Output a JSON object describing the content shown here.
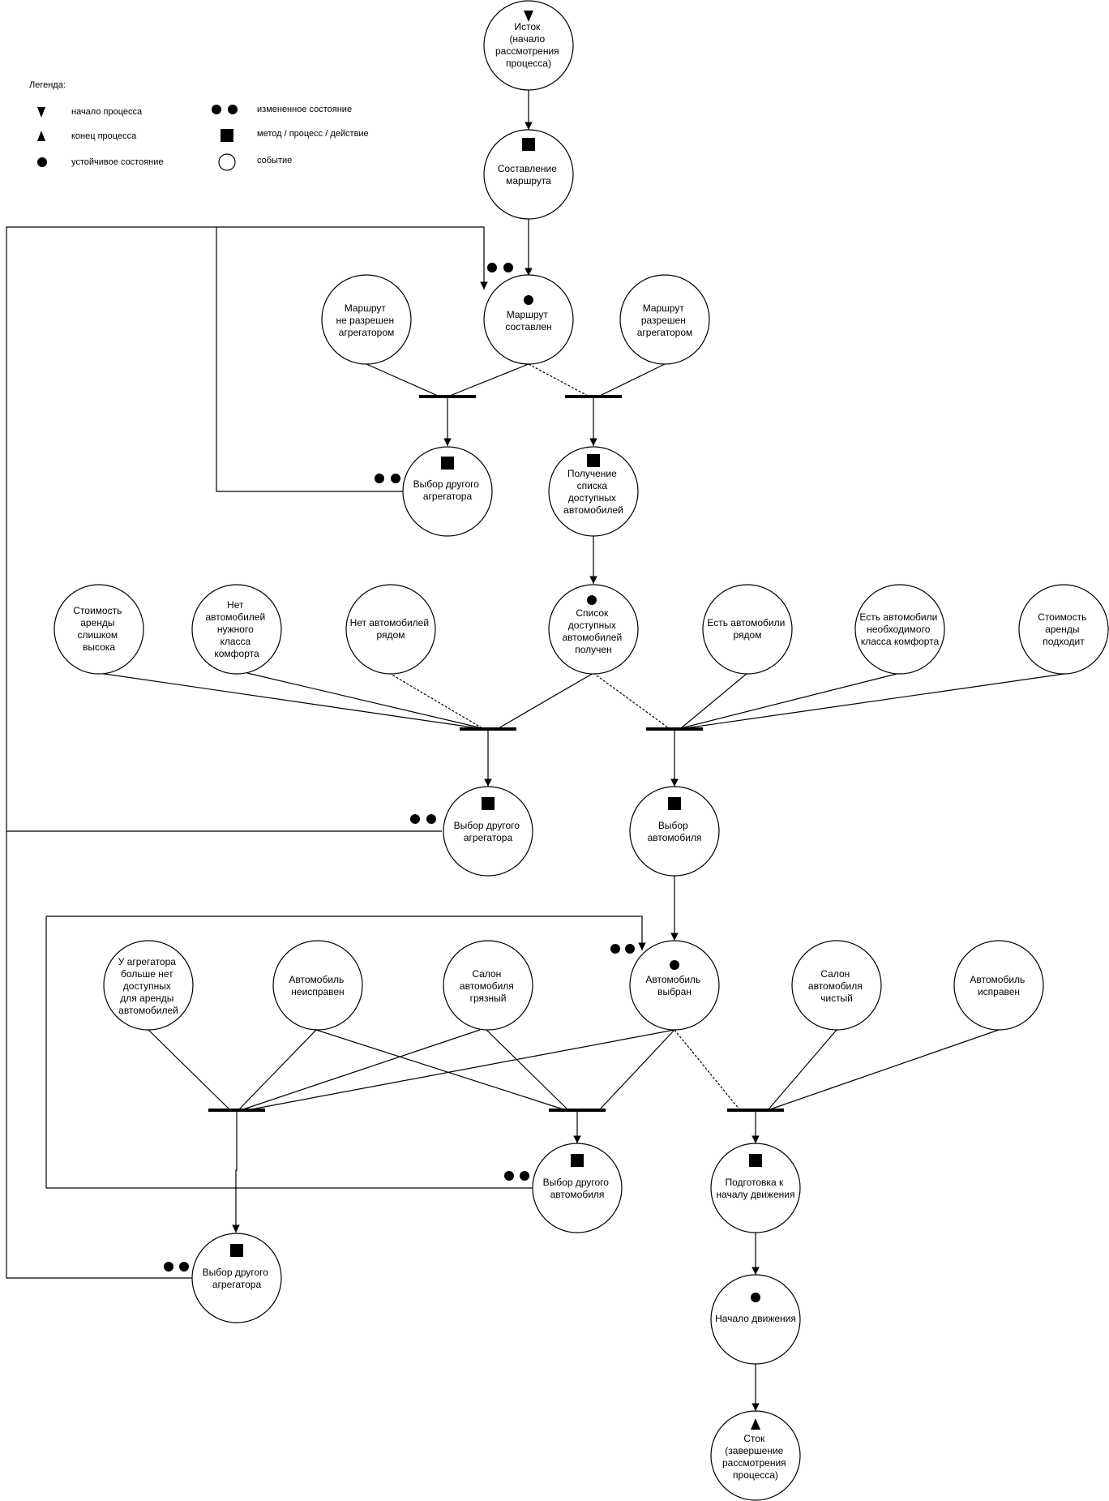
{
  "legend": {
    "title": "Легенда:",
    "start": "начало процесса",
    "end": "конец процесса",
    "stable": "устойчивое состояние",
    "changed": "измененное состояние",
    "method": "метод / процесс / действие",
    "event": "событие"
  },
  "nodes": {
    "source": [
      "Исток",
      "(начало",
      "рассмотрения",
      "процесса)"
    ],
    "route_build": [
      "Составление",
      "маршрута"
    ],
    "route_forbidden": [
      "Маршрут",
      "не разрешен",
      "агрегатором"
    ],
    "route_built": [
      "Маршрут",
      "составлен"
    ],
    "route_allowed": [
      "Маршрут",
      "разрешен",
      "агрегатором"
    ],
    "choose_agg_1": [
      "Выбор другого",
      "агрегатора"
    ],
    "get_list": [
      "Получение",
      "списка",
      "доступных",
      "автомобилей"
    ],
    "cost_high": [
      "Стоимость",
      "аренды",
      "слишком",
      "высока"
    ],
    "no_class": [
      "Нет",
      "автомобилей",
      "нужного",
      "класса",
      "комфорта"
    ],
    "no_near": [
      "Нет автомобилей",
      "рядом"
    ],
    "list_received": [
      "Список",
      "доступных",
      "автомобилей",
      "получен"
    ],
    "near": [
      "Есть автомобили",
      "рядом"
    ],
    "has_class": [
      "Есть автомобили",
      "необходимого",
      "класса комфорта"
    ],
    "cost_ok": [
      "Стоимость",
      "аренды",
      "подходит"
    ],
    "choose_agg_2": [
      "Выбор другого",
      "агрегатора"
    ],
    "choose_car": [
      "Выбор",
      "автомобиля"
    ],
    "agg_no_cars": [
      "У агрегатора",
      "больше нет",
      "доступных",
      "для аренды",
      "автомобилей"
    ],
    "car_broken": [
      "Автомобиль",
      "неисправен"
    ],
    "salon_dirty": [
      "Салон",
      "автомобиля",
      "грязный"
    ],
    "car_chosen": [
      "Автомобиль",
      "выбран"
    ],
    "salon_clean": [
      "Салон",
      "автомобиля",
      "чистый"
    ],
    "car_ok": [
      "Автомобиль",
      "исправен"
    ],
    "choose_other_car": [
      "Выбор другого",
      "автомобиля"
    ],
    "prepare": [
      "Подготовка к",
      "началу движения"
    ],
    "choose_agg_3": [
      "Выбор другого",
      "агрегатора"
    ],
    "motion_start": [
      "Начало движения"
    ],
    "sink": [
      "Сток",
      "(завершение",
      "рассмотрения",
      "процесса)"
    ]
  }
}
